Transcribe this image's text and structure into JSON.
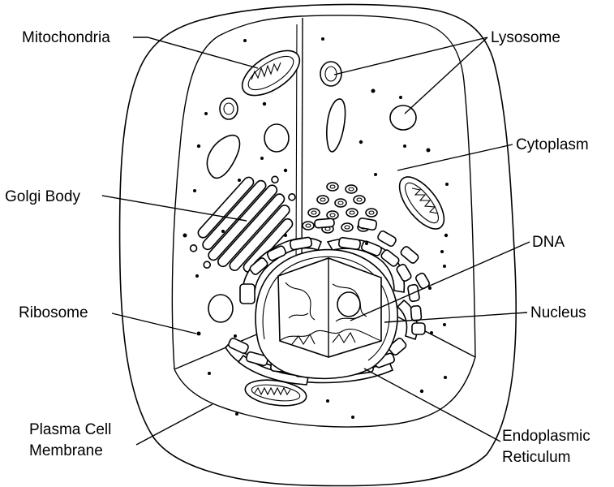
{
  "labels": {
    "mitochondria": "Mitochondria",
    "lysosome": "Lysosome",
    "cytoplasm": "Cytoplasm",
    "golgi": "Golgi Body",
    "dna": "DNA",
    "ribosome": "Ribosome",
    "nucleus": "Nucleus",
    "plasma_line1": "Plasma Cell",
    "plasma_line2": "Membrane",
    "er_line1": "Endoplasmic",
    "er_line2": "Reticulum"
  }
}
